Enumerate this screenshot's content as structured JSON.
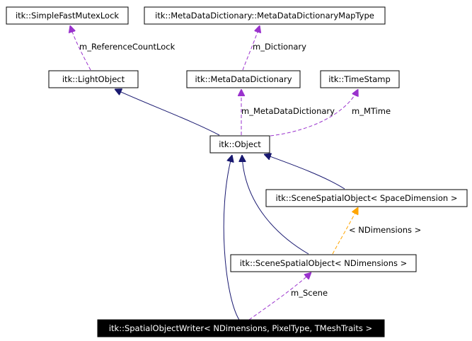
{
  "colors": {
    "inheritance": "#191970",
    "usage": "#9a32cd",
    "template": "#ffa500",
    "highlight_fill": "#000000",
    "highlight_text": "#ffffff"
  },
  "nodes": {
    "simple_fast_mutex_lock": "itk::SimpleFastMutexLock",
    "map_type": "itk::MetaDataDictionary::MetaDataDictionaryMapType",
    "light_object": "itk::LightObject",
    "meta_data_dictionary": "itk::MetaDataDictionary",
    "time_stamp": "itk::TimeStamp",
    "object": "itk::Object",
    "scene_spatial_object_space": "itk::SceneSpatialObject< SpaceDimension >",
    "scene_spatial_object_ndim": "itk::SceneSpatialObject< NDimensions >",
    "spatial_object_writer": "itk::SpatialObjectWriter< NDimensions, PixelType, TMeshTraits >"
  },
  "edges": {
    "m_reference_count_lock": "m_ReferenceCountLock",
    "m_dictionary": "m_Dictionary",
    "m_meta_data_dictionary": "m_MetaDataDictionary",
    "m_mtime": "m_MTime",
    "ndimensions_template": "< NDimensions >",
    "m_scene": "m_Scene"
  }
}
